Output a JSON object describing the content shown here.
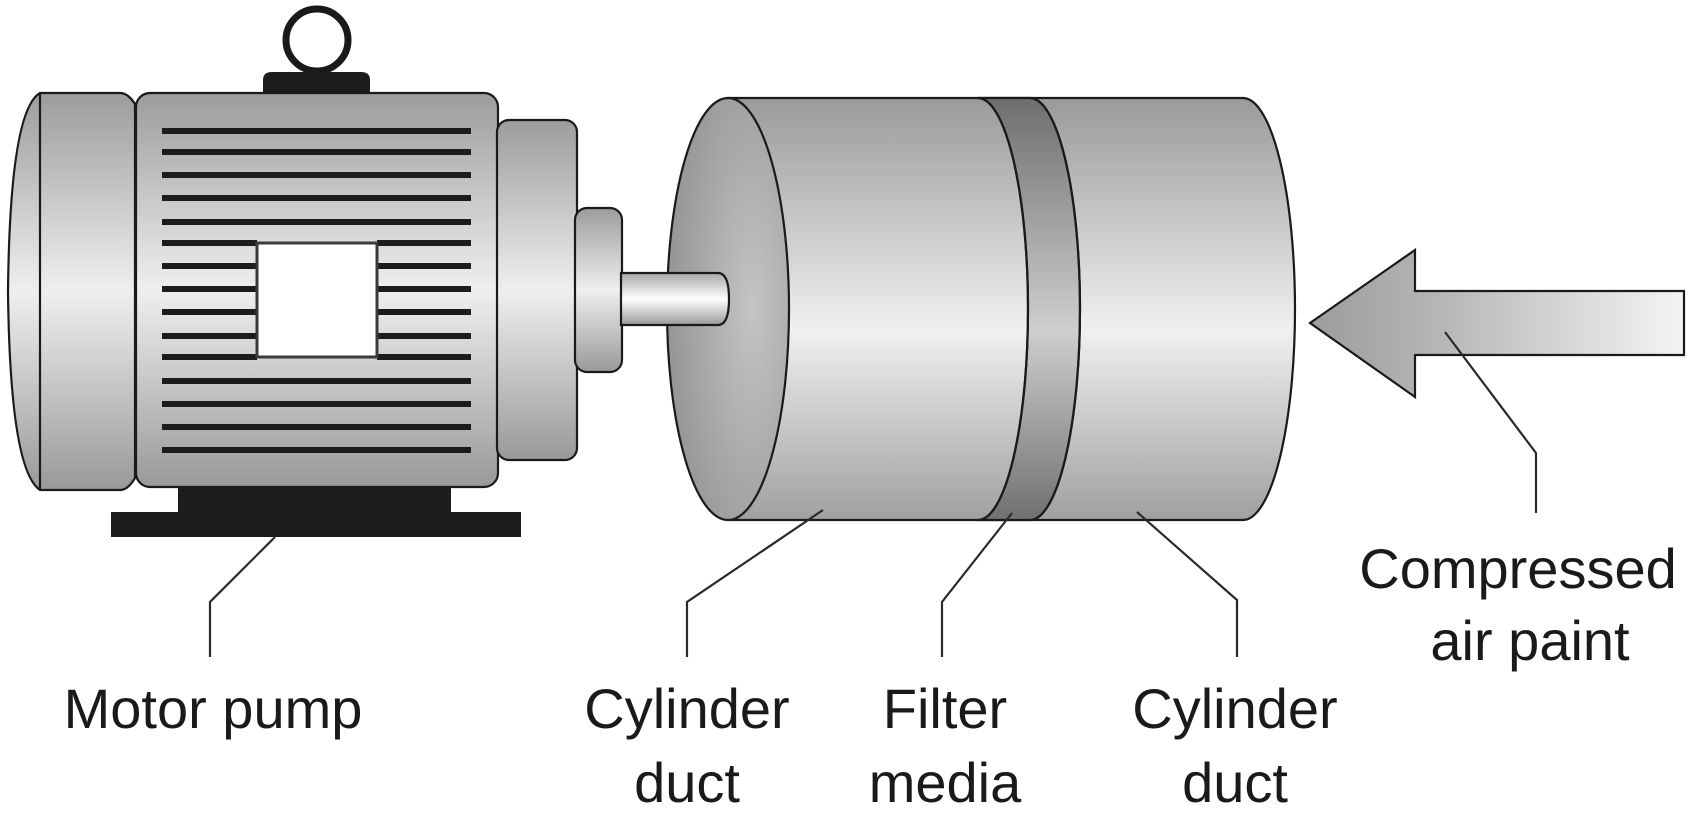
{
  "figure": {
    "title": "Motor pump with cylinder duct filter setup",
    "labels": {
      "motor_pump": "Motor pump",
      "cylinder_duct_left": [
        "Cylinder",
        "duct"
      ],
      "filter_media": [
        "Filter",
        "media"
      ],
      "cylinder_duct_right": [
        "Cylinder",
        "duct"
      ],
      "compressed_air_paint": [
        "Compressed",
        "air paint"
      ]
    },
    "flow_direction": "right-to-left",
    "colors": {
      "outline": "#1a1a1a",
      "metal_dark": "#9a9a9a",
      "metal_light": "#eeeeee",
      "filter_band": "#7e7e7e",
      "base": "#1c1c1c",
      "background": "#ffffff"
    }
  }
}
